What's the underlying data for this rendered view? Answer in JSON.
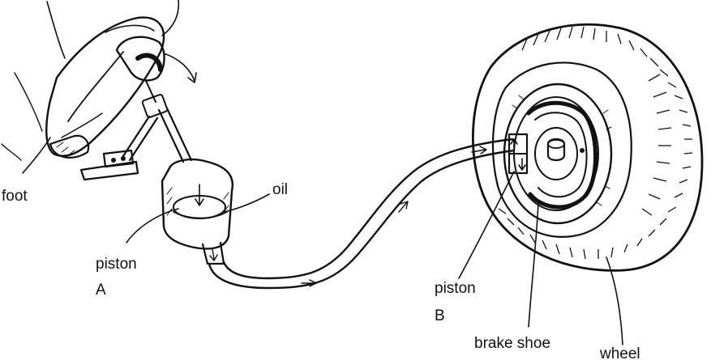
{
  "labels": {
    "foot": "foot",
    "oil": "oil",
    "piston_a_line1": "piston",
    "piston_a_line2": "A",
    "piston_b_line1": "piston",
    "piston_b_line2": "B",
    "brake_shoe": "brake shoe",
    "wheel": "wheel"
  }
}
